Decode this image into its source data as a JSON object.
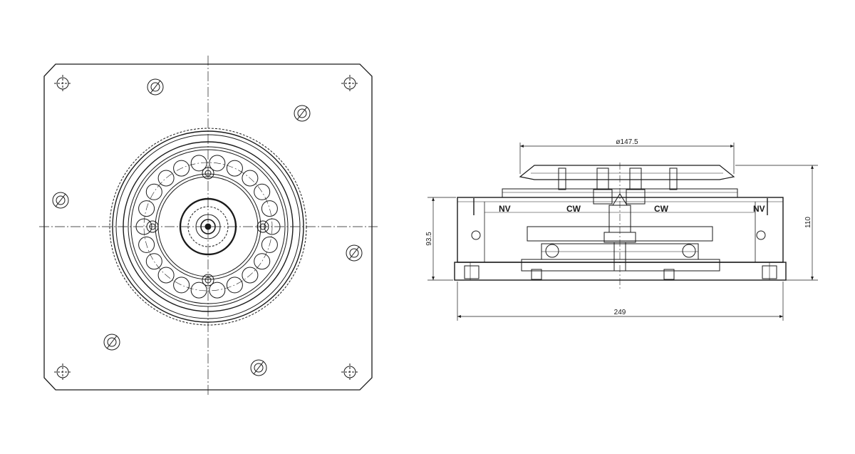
{
  "drawing": {
    "line_color": "#1a1a1a",
    "background": "#ffffff"
  },
  "dimensions": {
    "diameter": "ø147.5",
    "height_total": "110",
    "height_body": "93.5",
    "width": "249"
  },
  "side_view": {
    "markings": [
      "NV",
      "CW",
      "CW",
      "NV"
    ]
  }
}
